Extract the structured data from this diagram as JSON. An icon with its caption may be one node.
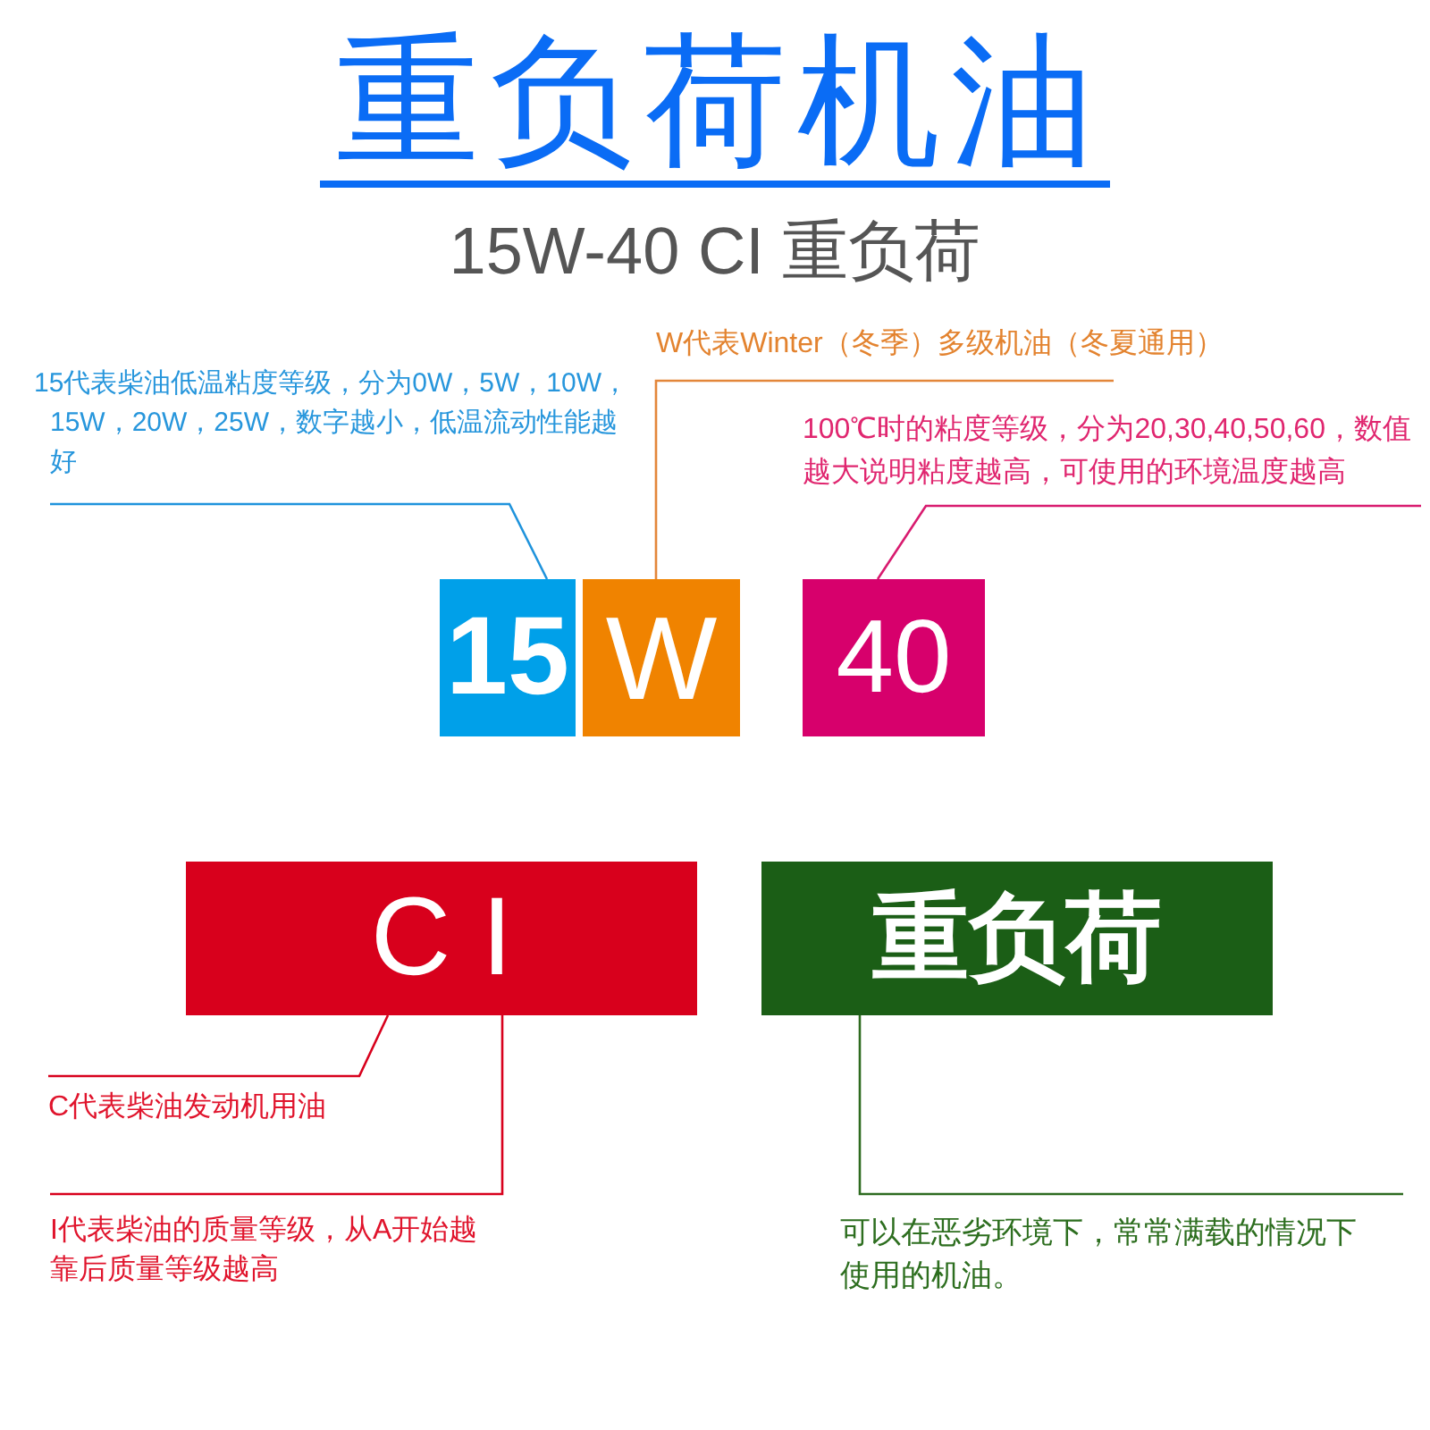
{
  "diagram": {
    "title": "重负荷机油",
    "nodes": [
      {
        "text": [
          "W代表Winter（冬季）多级机油（冬夏通用）"
        ]
      },
      {
        "text": [
          "15代表柴油低温粘度等级，分为0W，5W，10W，15W，20W，25W，数字越小，低温流动性能越好"
        ]
      },
      {
        "text": [
          "100℃时的粘度等级，分为20,30,40,50,60，数值越大说明粘度越高，可使用的环境温度越高"
        ]
      },
      {
        "text": [
          "15"
        ]
      },
      {
        "text": [
          "W"
        ]
      },
      {
        "text": [
          "40"
        ]
      },
      {
        "text": [
          "C I"
        ]
      },
      {
        "text": [
          "重负荷"
        ]
      },
      {
        "text": [
          "C代表柴油发动机用油"
        ]
      },
      {
        "text": [
          "I代表柴油的质量等级，从A开始越靠后质量等级越高"
        ]
      },
      {
        "text": [
          "可以在恶劣环境下，常常满载的情况下使用的机油。"
        ]
      }
    ],
    "edges": [
      {
        "from": 1,
        "to": 3,
        "arrow": "none",
        "color": "#1f93dc"
      },
      {
        "from": 0,
        "to": 4,
        "arrow": "none",
        "color": "#e3863a"
      },
      {
        "from": 2,
        "to": 5,
        "arrow": "none",
        "color": "#d81b6f"
      },
      {
        "from": 8,
        "to": 6,
        "arrow": "none",
        "color": "#d8001c"
      },
      {
        "from": 9,
        "to": 6,
        "arrow": "none",
        "color": "#d8001c"
      },
      {
        "from": 10,
        "to": 7,
        "arrow": "none",
        "color": "#2e6b20"
      }
    ],
    "labels": [
      "15W-40 CI 重负荷"
    ]
  }
}
